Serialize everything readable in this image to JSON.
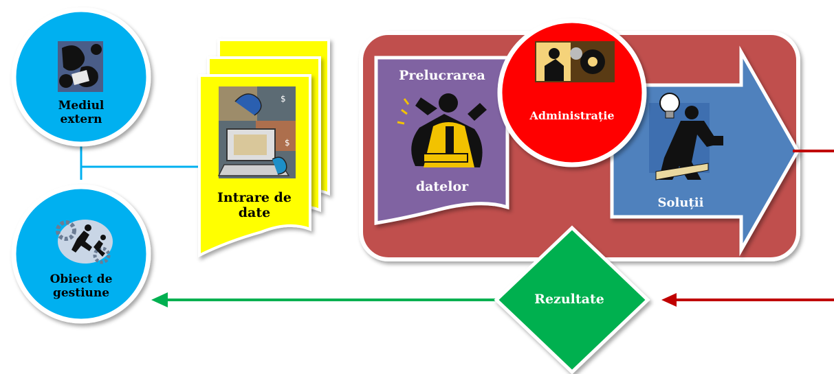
{
  "nodes": {
    "external": {
      "label": "Mediul extern",
      "color": "#00B0F0"
    },
    "object": {
      "label": "Obiect de gestiune",
      "color": "#00B0F0"
    },
    "input": {
      "label": "Intrare de date",
      "color": "#FFFF00"
    },
    "processing": {
      "label_top": "Prelucrarea",
      "label_bottom": "datelor",
      "color": "#8064A2"
    },
    "administration": {
      "label": "Administrație",
      "color": "#FF0000"
    },
    "solutions": {
      "label": "Soluții",
      "color": "#4F81BD"
    },
    "results": {
      "label": "Rezultate",
      "color": "#00B050"
    }
  },
  "system_box": {
    "color": "#C0504D"
  },
  "arrows": {
    "green": "#00B050",
    "darkred": "#C00000",
    "blue": "#00B0F0"
  }
}
